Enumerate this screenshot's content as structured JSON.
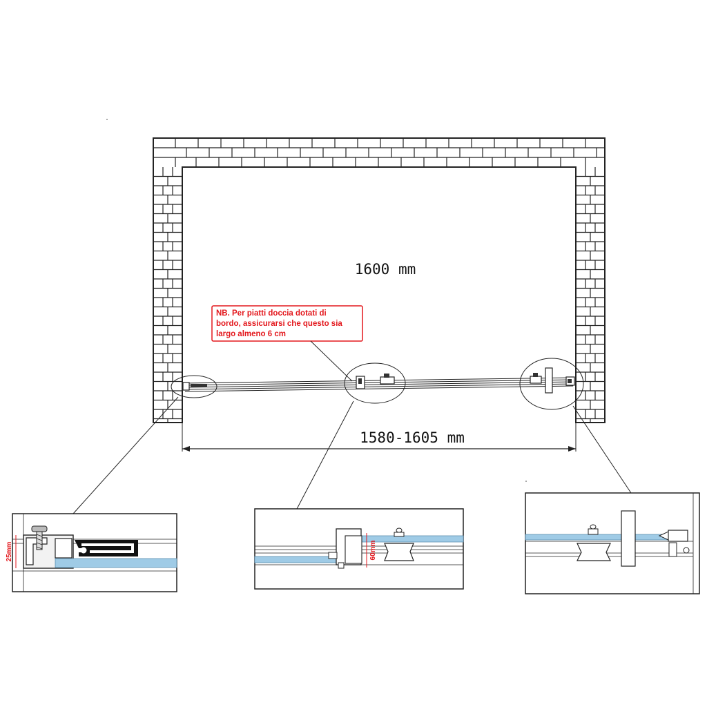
{
  "dimensions": {
    "inner_width": "1600 mm",
    "opening_range": "1580-1605 mm"
  },
  "note": {
    "lines": [
      "NB. Per piatti doccia dotati di",
      "bordo, assicurarsi che questo sia",
      "largo almeno 6 cm"
    ]
  },
  "details": {
    "left_height": "25mm",
    "center_height": "60mm"
  },
  "colors": {
    "line": "#222222",
    "note_red": "#e3171c",
    "glass_blue": "#9fcbe6"
  }
}
